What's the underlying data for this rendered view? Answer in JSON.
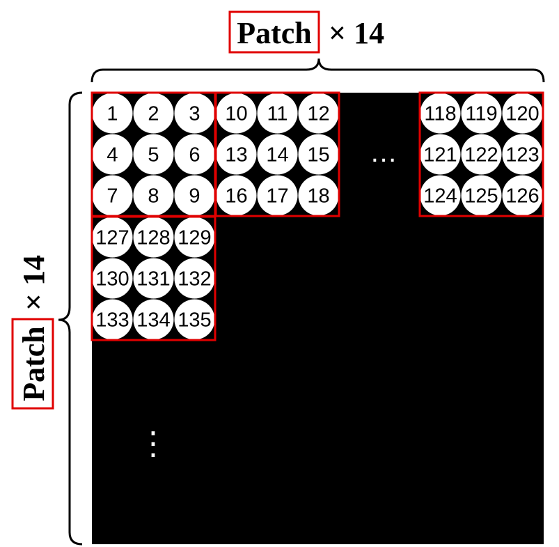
{
  "top_label": {
    "word": "Patch",
    "suffix": "× 14"
  },
  "side_label": {
    "word": "Patch",
    "suffix": "× 14"
  },
  "colors": {
    "background": "#000000",
    "circle": "#ffffff",
    "highlight": "#e00000",
    "text": "#000000"
  },
  "patches": [
    {
      "id": "patch-1",
      "numbers": [
        "1",
        "2",
        "3",
        "4",
        "5",
        "6",
        "7",
        "8",
        "9"
      ]
    },
    {
      "id": "patch-2",
      "numbers": [
        "10",
        "11",
        "12",
        "13",
        "14",
        "15",
        "16",
        "17",
        "18"
      ]
    },
    {
      "id": "patch-14",
      "numbers": [
        "118",
        "119",
        "120",
        "121",
        "122",
        "123",
        "124",
        "125",
        "126"
      ]
    },
    {
      "id": "patch-15",
      "numbers": [
        "127",
        "128",
        "129",
        "130",
        "131",
        "132",
        "133",
        "134",
        "135"
      ]
    }
  ],
  "horizontal_ellipsis": "…",
  "vertical_ellipsis": "⋮"
}
